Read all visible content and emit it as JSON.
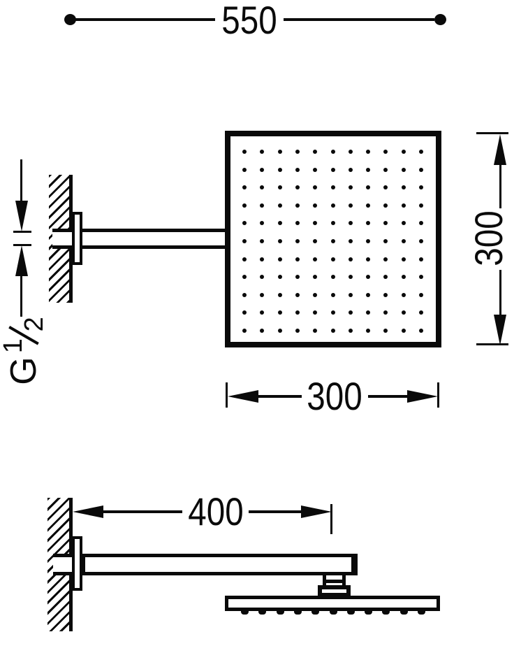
{
  "drawing": {
    "background": "#ffffff",
    "ink": "#0a0a0a",
    "dimensions": {
      "overall_projection": "550",
      "head_height": "300",
      "head_width": "300",
      "arm_length": "400"
    },
    "thread": {
      "full_label": "G ½",
      "letter": "G",
      "numerator": "1",
      "denominator": "2"
    },
    "spray_plate": {
      "columns": 11,
      "rows": 11
    },
    "side_nozzles": {
      "count": 11
    }
  }
}
